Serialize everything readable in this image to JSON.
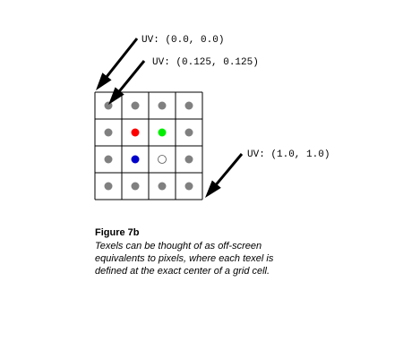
{
  "labels": {
    "uv_origin": "UV:  (0.0, 0.0)",
    "uv_first_texel": "UV:  (0.125, 0.125)",
    "uv_end": "UV:  (1.0, 1.0)"
  },
  "grid": {
    "rows": 4,
    "cols": 4,
    "texels": [
      [
        "gray",
        "gray",
        "gray",
        "gray"
      ],
      [
        "gray",
        "red",
        "green",
        "gray"
      ],
      [
        "gray",
        "blue",
        "white",
        "gray"
      ],
      [
        "gray",
        "gray",
        "gray",
        "gray"
      ]
    ]
  },
  "colors": {
    "gray": "#808080",
    "red": "#ff0000",
    "green": "#00ee00",
    "blue": "#0000cc",
    "white": "#ffffff",
    "grid_line": "#000000",
    "arrow": "#000000"
  },
  "caption": {
    "title": "Figure 7b",
    "body": "Texels can be thought of as off-screen equivalents to pixels, where each texel is defined at the exact center of a grid cell."
  }
}
